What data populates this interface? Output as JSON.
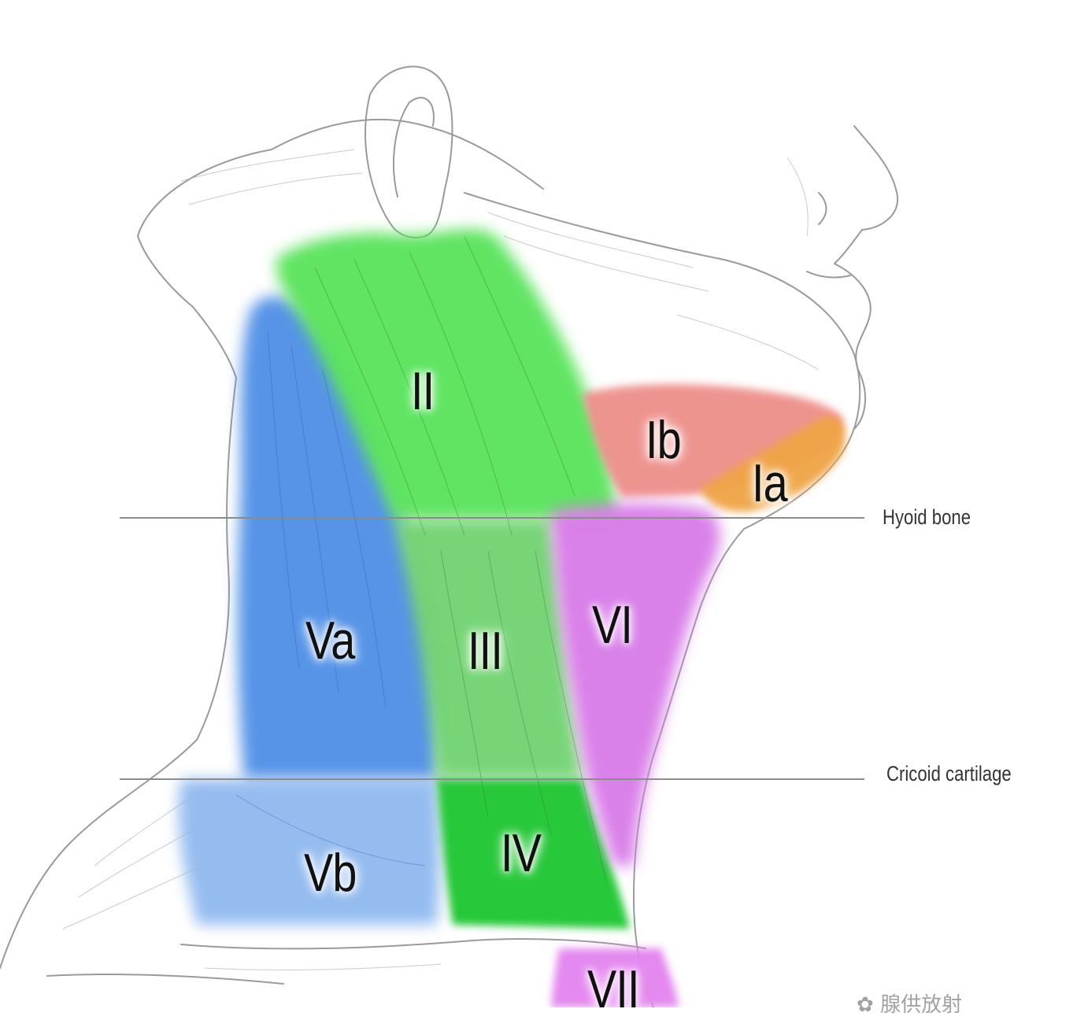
{
  "colors": {
    "level_I_a": "#f0a445",
    "level_I_b": "#ee8f8a",
    "level_II": "#58e35a",
    "level_III": "#6fd36f",
    "level_IV": "#22c735",
    "level_V": "#4f8fe6",
    "level_V_b": "#8ab5ee",
    "level_VI": "#d87ae8",
    "level_VII": "#e486ef",
    "outline": "#9a9a9a",
    "guide_line": "#8c8c8c"
  },
  "levels": {
    "ia": "Ia",
    "ib": "Ib",
    "ii": "II",
    "iii": "III",
    "iv": "IV",
    "va": "Va",
    "vb": "Vb",
    "vi": "VI",
    "vii": "VII"
  },
  "landmarks": {
    "hyoid": "Hyoid bone",
    "cricoid": "Cricoid cartilage"
  },
  "watermark": {
    "icon": "wechat-icon",
    "text": "腺供放射"
  }
}
